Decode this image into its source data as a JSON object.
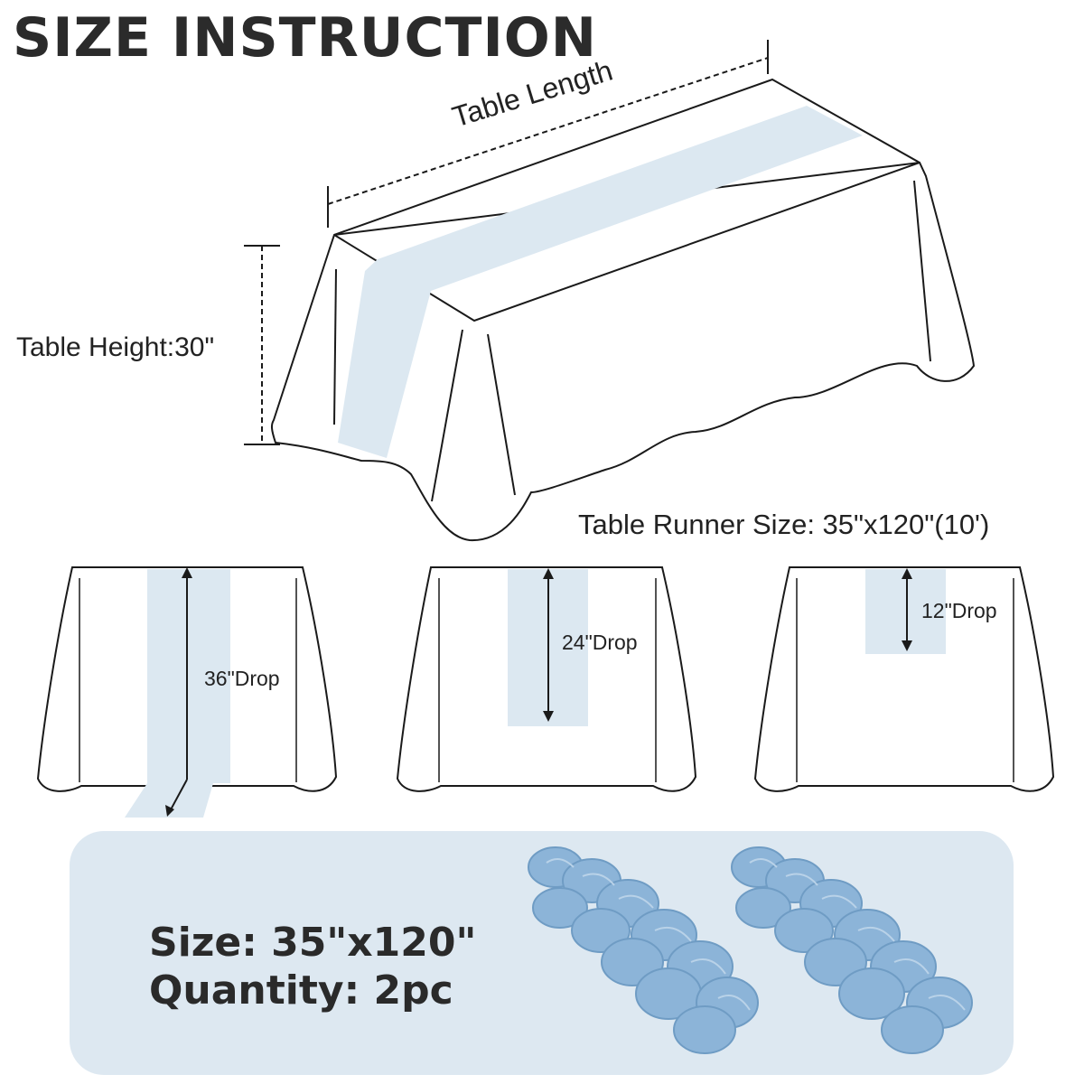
{
  "title": "SIZE INSTRUCTION",
  "diagram": {
    "table_length_label": "Table Length",
    "table_height_label": "Table Height:30\"",
    "runner_size_label": "Table Runner Size: 35\"x120\"(10')",
    "drops": [
      {
        "label": "36\"Drop"
      },
      {
        "label": "24\"Drop"
      },
      {
        "label": "12\"Drop"
      }
    ]
  },
  "product": {
    "size_text": "Size: 35\"x120\"",
    "quantity_text": "Quantity: 2pc",
    "bundle_icon": "folded-runner-icon"
  },
  "colors": {
    "runner": "#dce8f1",
    "panel": "#dde8f1",
    "bundle": "#8cb4d8",
    "outline": "#1a1a1a"
  }
}
